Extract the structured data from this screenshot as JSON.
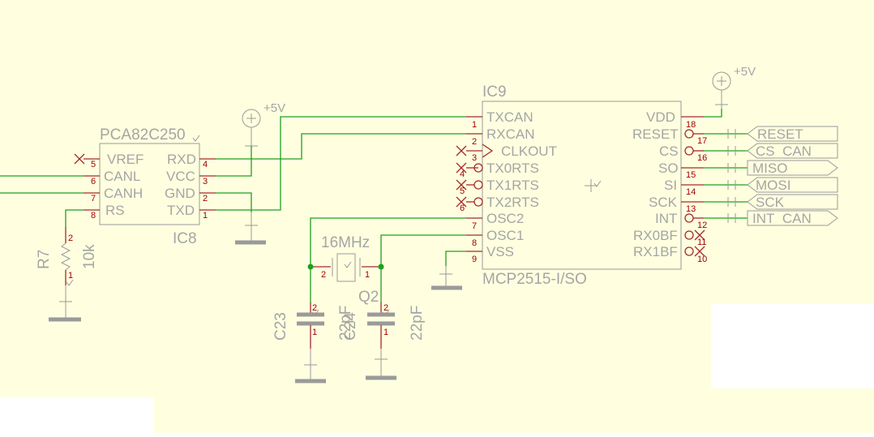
{
  "colors": {
    "sheet": "#ffffe0",
    "wire": "#1ea01e",
    "pin_lead": "#a52a2a",
    "pin_number": "#a00000",
    "symbol": "#9a9a9a",
    "label": "#a5a5a5"
  },
  "ic8": {
    "name": "IC8",
    "value": "PCA82C250",
    "left_pins": [
      {
        "label": "VREF",
        "num": "5"
      },
      {
        "label": "CANL",
        "num": "6"
      },
      {
        "label": "CANH",
        "num": "7"
      },
      {
        "label": "RS",
        "num": "8"
      }
    ],
    "right_pins": [
      {
        "label": "RXD",
        "num": "4"
      },
      {
        "label": "VCC",
        "num": "3"
      },
      {
        "label": "GND",
        "num": "2"
      },
      {
        "label": "TXD",
        "num": "1"
      }
    ]
  },
  "ic9": {
    "name": "IC9",
    "value": "MCP2515-I/SO",
    "left_pins": [
      {
        "label": "TXCAN",
        "num": "1"
      },
      {
        "label": "RXCAN",
        "num": "2"
      },
      {
        "label": "CLKOUT",
        "num": "3"
      },
      {
        "label": "TX0RTS",
        "num": "4"
      },
      {
        "label": "TX1RTS",
        "num": "5"
      },
      {
        "label": "TX2RTS",
        "num": "6"
      },
      {
        "label": "OSC2",
        "num": "7"
      },
      {
        "label": "OSC1",
        "num": "8"
      },
      {
        "label": "VSS",
        "num": "9"
      }
    ],
    "right_pins": [
      {
        "label": "VDD",
        "num": "18"
      },
      {
        "label": "RESET",
        "num": "17"
      },
      {
        "label": "CS",
        "num": "16"
      },
      {
        "label": "SO",
        "num": "15"
      },
      {
        "label": "SI",
        "num": "14"
      },
      {
        "label": "SCK",
        "num": "13"
      },
      {
        "label": "INT",
        "num": "12"
      },
      {
        "label": "RX0BF",
        "num": "11"
      },
      {
        "label": "RX1BF",
        "num": "10"
      }
    ]
  },
  "supplies": [
    {
      "label": "+5V"
    },
    {
      "label": "+5V"
    }
  ],
  "r7": {
    "name": "R7",
    "value": "10k",
    "pin_top": "2",
    "pin_bottom": "1"
  },
  "q2": {
    "name": "Q2",
    "value": "16MHz",
    "pin_left": "2",
    "pin_right": "1"
  },
  "c23": {
    "name": "C23",
    "value": "22pF",
    "pin_top": "2",
    "pin_bottom": "1"
  },
  "c24": {
    "name": "C24",
    "value": "22pF",
    "pin_top": "2",
    "pin_bottom": "1"
  },
  "net_labels": [
    "RESET",
    "CS_CAN",
    "MISO",
    "MOSI",
    "SCK",
    "INT_CAN"
  ]
}
